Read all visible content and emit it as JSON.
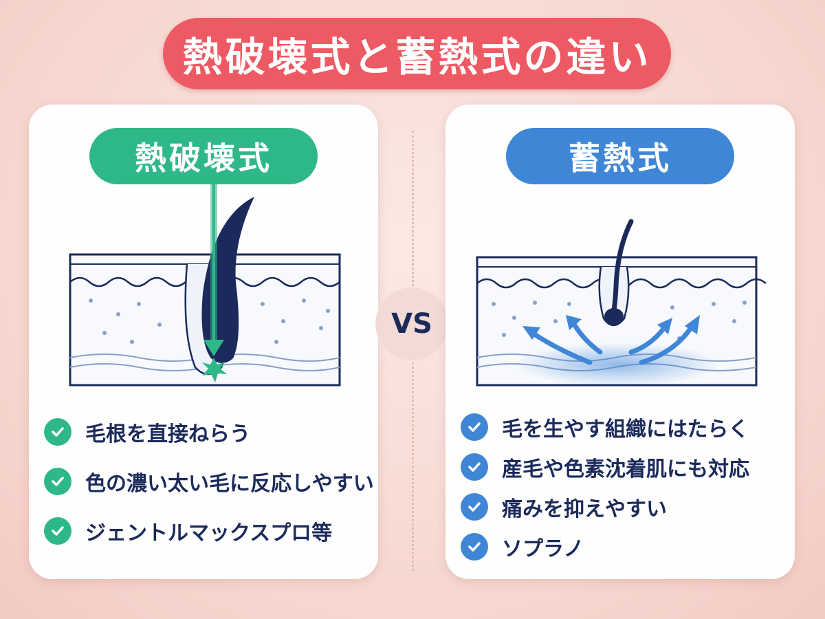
{
  "title": "熱破壊式と蓄熱式の違い",
  "vs_label": "VS",
  "left": {
    "heading": "熱破壊式",
    "features": [
      "毛根を直接ねらう",
      "色の濃い太い毛に反応しやすい",
      "ジェントルマックスプロ等"
    ]
  },
  "right": {
    "heading": "蓄熱式",
    "features": [
      "毛を生やす組織にはたらく",
      "産毛や色素沈着肌にも対応",
      "痛みを抑えやすい",
      "ソプラノ"
    ]
  },
  "colors": {
    "title_bg": "#ee5a64",
    "green": "#2fb887",
    "blue": "#3f86d6",
    "navy": "#1b2a5a"
  },
  "icons": [
    "check-icon",
    "laser-beam-icon",
    "heat-arrow-icon",
    "hair-follicle-icon"
  ]
}
